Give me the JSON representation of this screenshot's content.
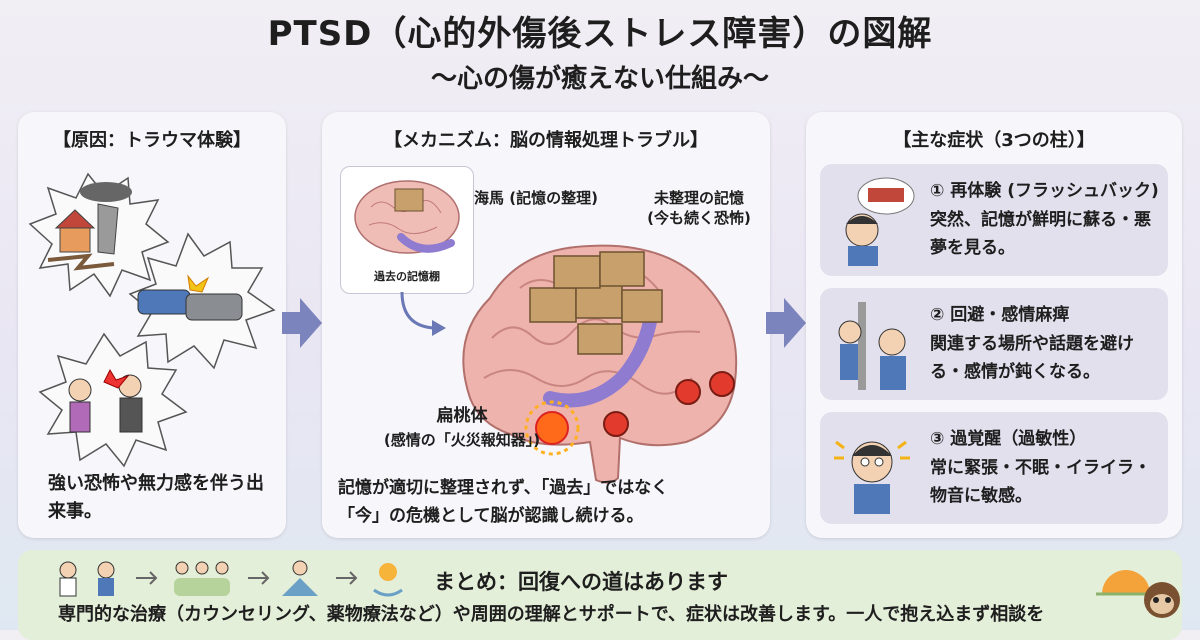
{
  "header": {
    "title": "PTSD（心的外傷後ストレス障害）の図解",
    "subtitle": "〜心の傷が癒えない仕組み〜"
  },
  "cause": {
    "title": "【原因：トラウマ体験】",
    "body": "強い恐怖や無力感を伴う出来事。"
  },
  "mechanism": {
    "title": "【メカニズム：脳の情報処理トラブル】",
    "shelf_label": "過去の記憶棚",
    "hippocampus_label": "海馬 (記憶の整理)",
    "unsorted_label": "未整理の記憶\n(今も続く恐怖)",
    "amygdala_label": "扁桃体",
    "amygdala_sub": "(感情の「火災報知器」)",
    "body_line1": "記憶が適切に整理されず、「過去」ではなく",
    "body_line2": "「今」の危機として脳が認識し続ける。"
  },
  "symptoms": {
    "title": "【主な症状（3つの柱）】",
    "items": [
      {
        "title": "① 再体験 (フラッシュバック)",
        "body": "突然、記憶が鮮明に蘇る・悪夢を見る。",
        "icon": "flashback-icon"
      },
      {
        "title": "② 回避・感情麻痺",
        "body": "関連する場所や話題を避ける・感情が鈍くなる。",
        "icon": "avoidance-icon"
      },
      {
        "title": "③ 過覚醒（過敏性）",
        "body": "常に緊張・不眠・イライラ・物音に敏感。",
        "icon": "hyperarousal-icon"
      }
    ]
  },
  "summary": {
    "title": "まとめ：回復への道はあります",
    "body": "専門的な治療（カウンセリング、薬物療法など）や周囲の理解とサポートで、症状は改善します。一人で抱え込まず相談を"
  },
  "colors": {
    "arrow": "#7c84bd",
    "panel": "#f7f6fa",
    "card": "#e3e0ee",
    "summary_bg": "#e4efd9",
    "brain": "#efb3ad",
    "alarm": "#e23b2e"
  }
}
